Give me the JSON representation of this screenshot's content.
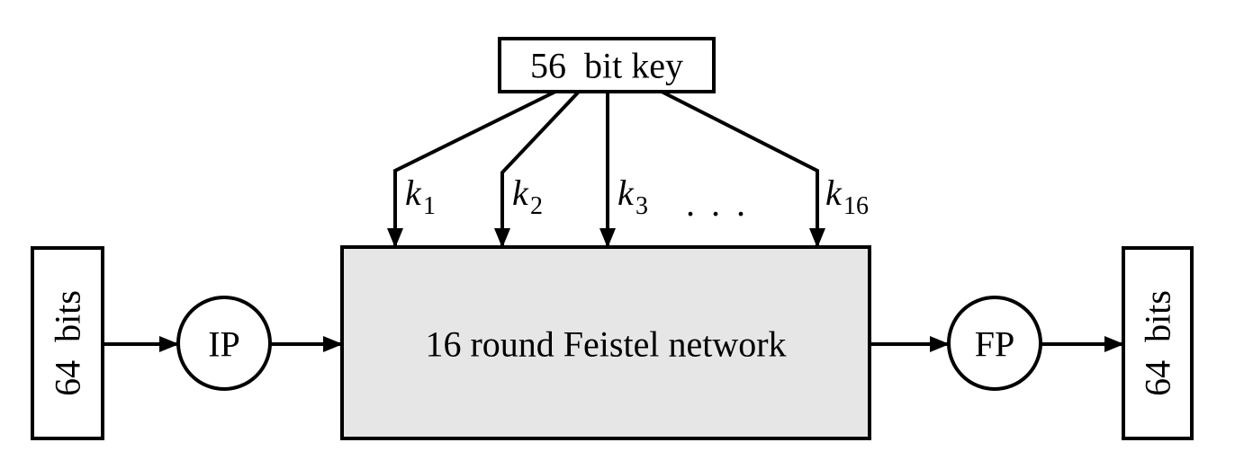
{
  "colors": {
    "background": "#ffffff",
    "stroke": "#000000",
    "text": "#000000",
    "node_fill": "#ffffff",
    "feistel_fill": "#e6e6e6"
  },
  "key_box": {
    "label": "56  bit key"
  },
  "round_keys": {
    "items": [
      {
        "base": "k",
        "sub": "1"
      },
      {
        "base": "k",
        "sub": "2"
      },
      {
        "base": "k",
        "sub": "3"
      },
      {
        "base": "k",
        "sub": "16"
      }
    ],
    "ellipsis": ". . ."
  },
  "feistel_box": {
    "label": "16 round Feistel network"
  },
  "input_box": {
    "label": "64  bits"
  },
  "ip_node": {
    "label": "IP"
  },
  "fp_node": {
    "label": "FP"
  },
  "output_box": {
    "label": "64  bits"
  }
}
